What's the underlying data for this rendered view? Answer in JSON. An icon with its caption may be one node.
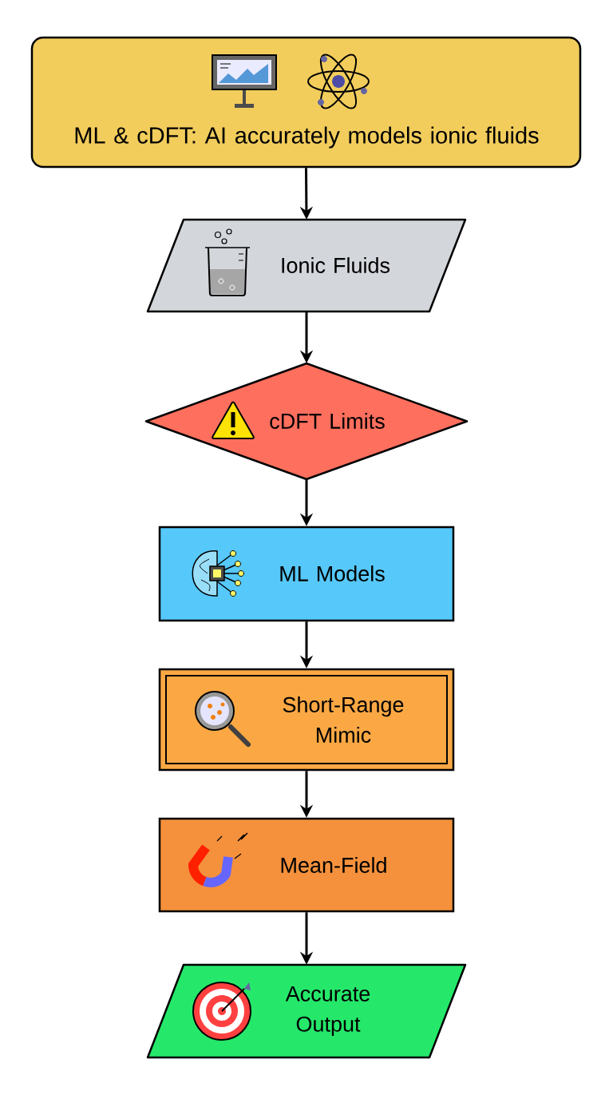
{
  "diagram": {
    "nodes": [
      {
        "text": [
          "ML & cDFT: AI accurately models ionic fluids"
        ]
      },
      {
        "text": [
          "Ionic Fluids"
        ]
      },
      {
        "text": [
          "cDFT Limits"
        ]
      },
      {
        "text": [
          "ML Models"
        ]
      },
      {
        "text": [
          "Short-Range Mimic"
        ]
      },
      {
        "text": [
          "Mean-Field"
        ]
      },
      {
        "text": [
          "Accurate Output"
        ]
      }
    ],
    "edges": [
      {
        "from": 0,
        "to": 1,
        "arrow": "to"
      },
      {
        "from": 1,
        "to": 2,
        "arrow": "to"
      },
      {
        "from": 2,
        "to": 3,
        "arrow": "to"
      },
      {
        "from": 3,
        "to": 4,
        "arrow": "to"
      },
      {
        "from": 4,
        "to": 5,
        "arrow": "to"
      },
      {
        "from": 5,
        "to": 6,
        "arrow": "to"
      }
    ]
  }
}
